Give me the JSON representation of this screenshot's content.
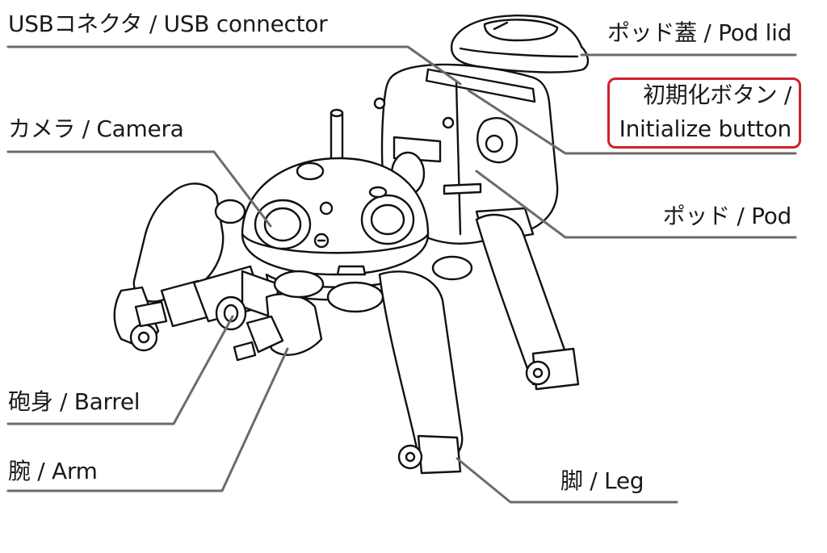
{
  "labels": {
    "usb_connector": "USBコネクタ / USB connector",
    "pod_lid": "ポッド蓋 / Pod lid",
    "init_button_line1": "初期化ボタン /",
    "init_button_line2": "Initialize button",
    "camera": "カメラ / Camera",
    "pod": "ポッド / Pod",
    "barrel": "砲身 / Barrel",
    "arm": "腕 / Arm",
    "leg": "脚 / Leg"
  },
  "colors": {
    "leader_line": "#6b6b6b",
    "highlight": "#d0202a",
    "ink": "#1a1a1a"
  }
}
